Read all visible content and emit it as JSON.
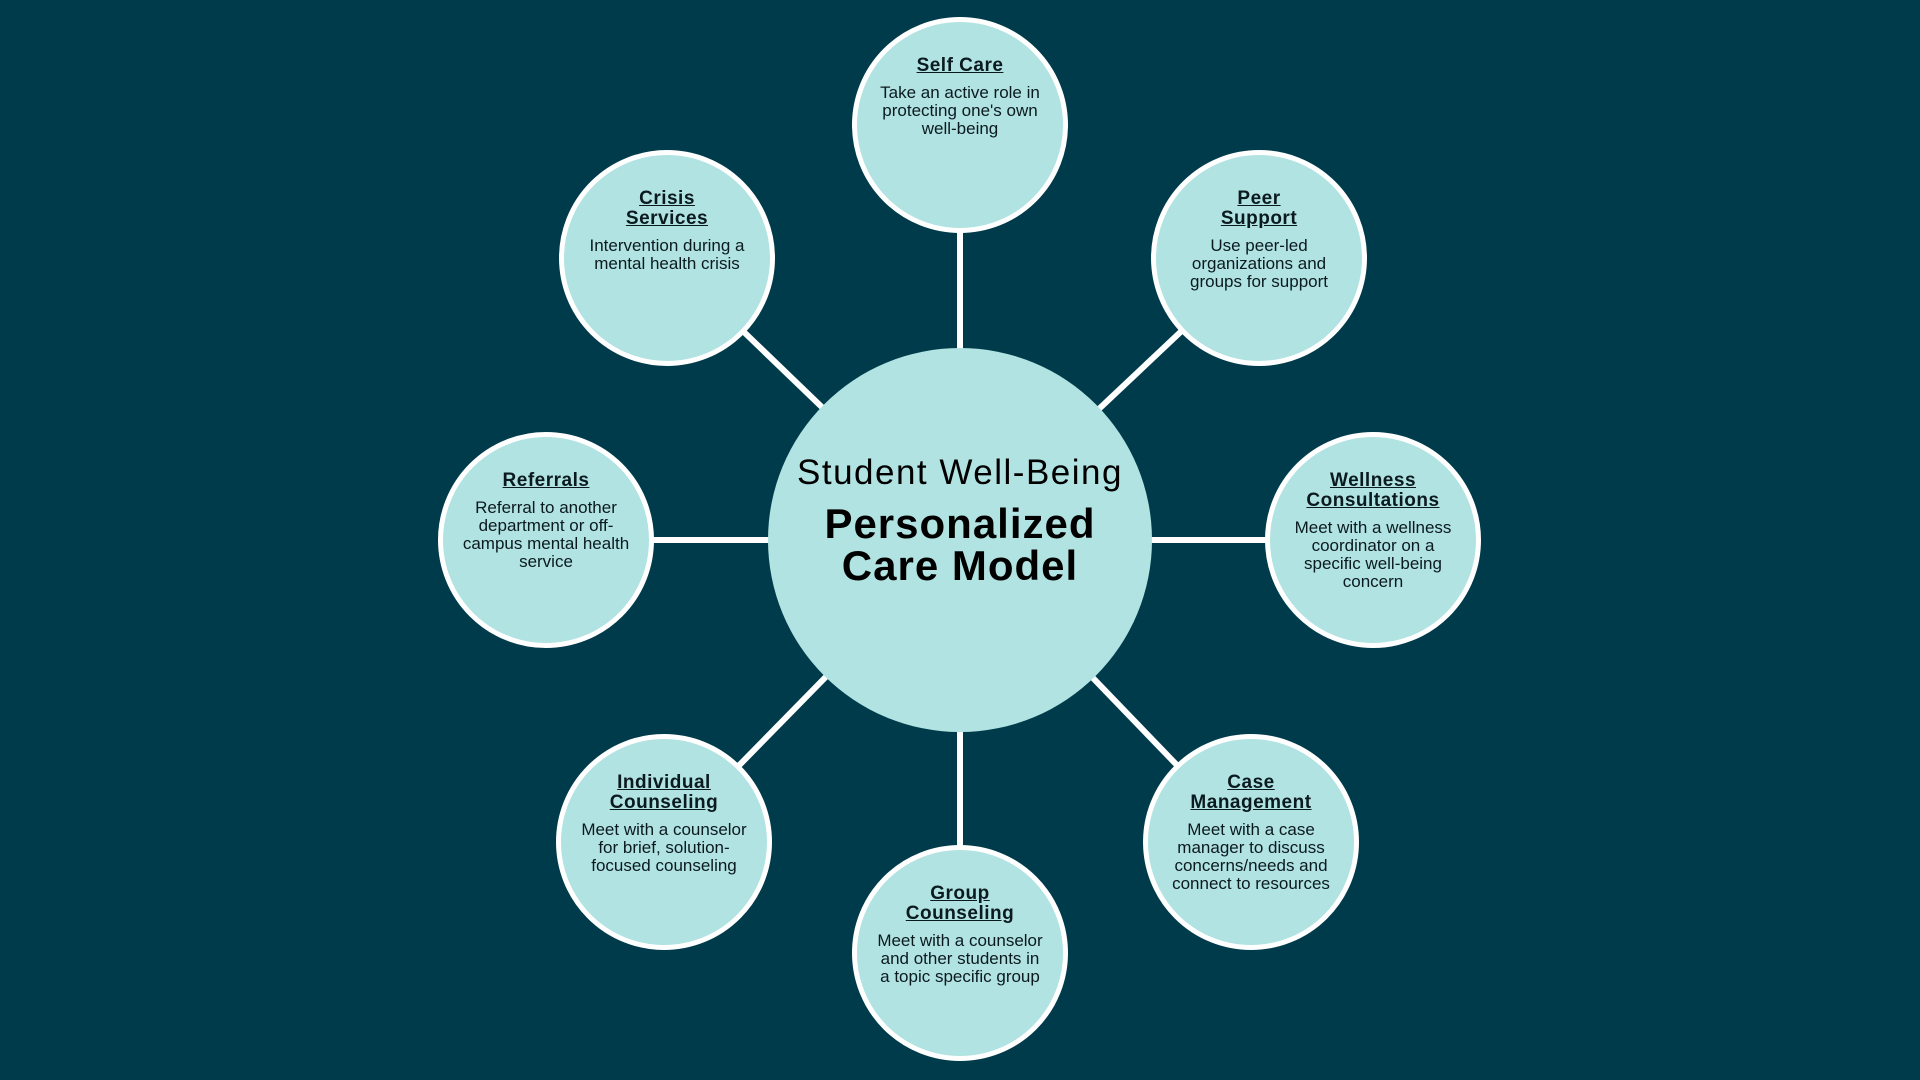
{
  "center": {
    "subtitle": "Student Well-Being",
    "title_line1": "Personalized",
    "title_line2": "Care Model"
  },
  "colors": {
    "background": "#003b4b",
    "circle": "#b1e3e2",
    "connector": "#ffffff"
  },
  "nodes": [
    {
      "id": "self-care",
      "title": "Self Care",
      "description": "Take an active role in protecting one's own well-being"
    },
    {
      "id": "peer-support",
      "title": "Peer Support",
      "description": "Use peer-led organizations and groups for support"
    },
    {
      "id": "wellness-consultations",
      "title": "Wellness Consultations",
      "description": "Meet with a wellness coordinator on a specific well-being concern"
    },
    {
      "id": "case-management",
      "title": "Case Management",
      "description": "Meet with a case manager to discuss concerns/needs and connect to resources"
    },
    {
      "id": "group-counseling",
      "title": "Group Counseling",
      "description": "Meet with a counselor and other students in a topic specific group"
    },
    {
      "id": "individual-counseling",
      "title": "Individual Counseling",
      "description": "Meet with a counselor for brief, solution-focused counseling"
    },
    {
      "id": "referrals",
      "title": "Referrals",
      "description": "Referral to another department or off-campus mental health service"
    },
    {
      "id": "crisis-services",
      "title": "Crisis Services",
      "description": "Intervention during a mental health crisis"
    }
  ]
}
